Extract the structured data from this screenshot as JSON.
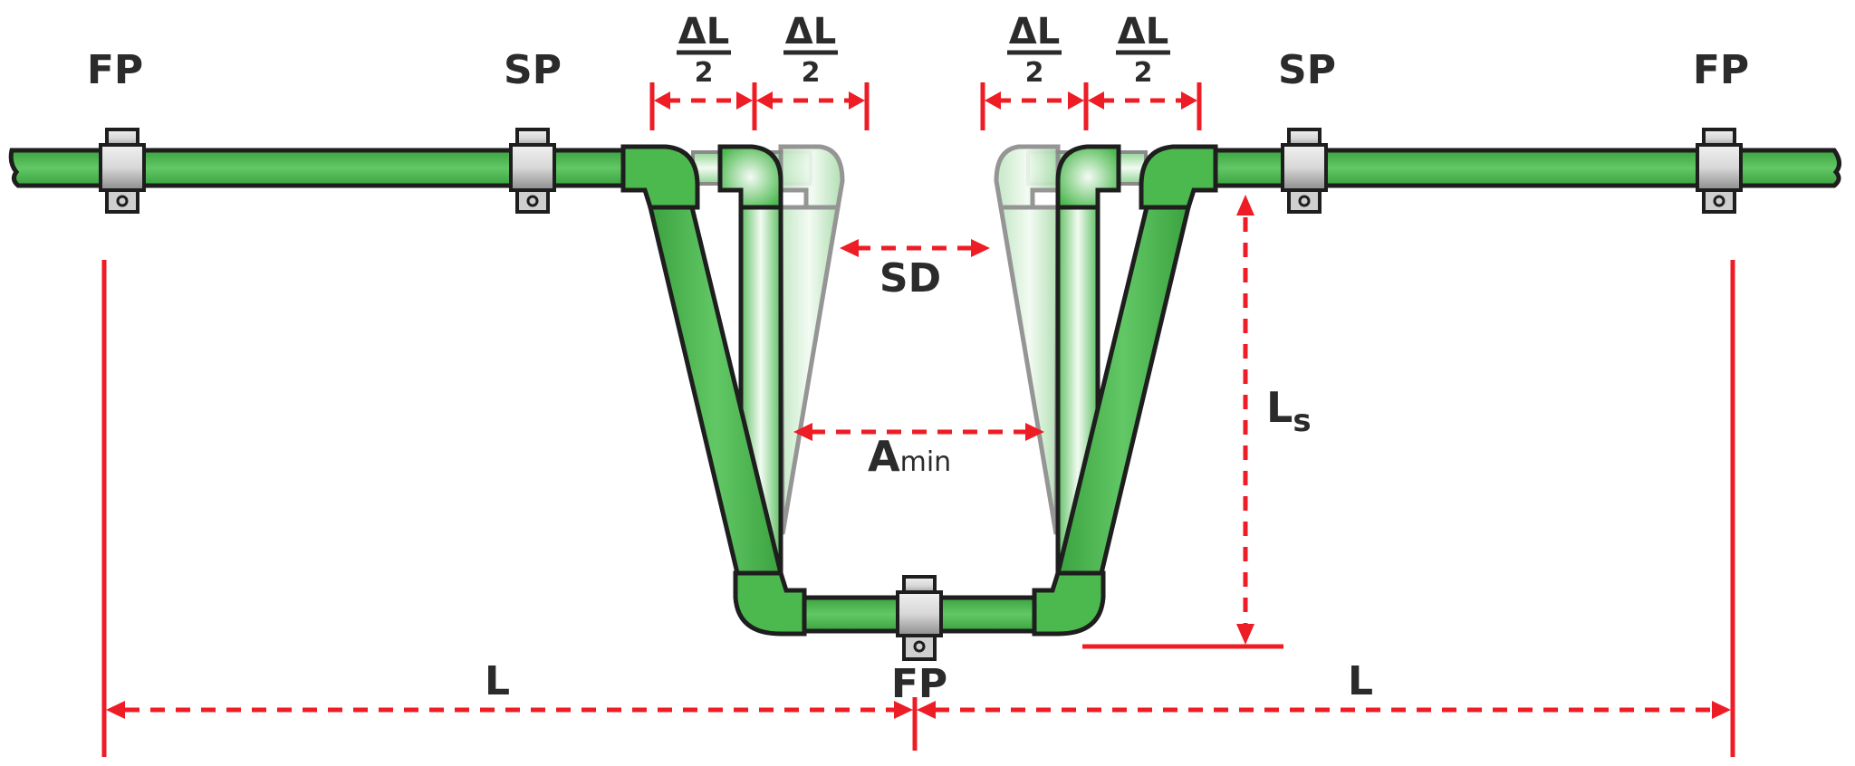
{
  "labels": {
    "fixed_point": "FP",
    "sliding_point": "SP",
    "delta_l": "ΔL",
    "half_divisor": "2",
    "sd": "SD",
    "a_main": "A",
    "a_sub": "min",
    "ls_main": "L",
    "ls_sub": "s",
    "l": "L"
  },
  "colors": {
    "pipe": "#4cb94f",
    "pipe_outline": "#1e1e1e",
    "ghost_outline": "#8a8a8a",
    "dimension": "#ee1c25",
    "text": "#2b2b2b"
  }
}
